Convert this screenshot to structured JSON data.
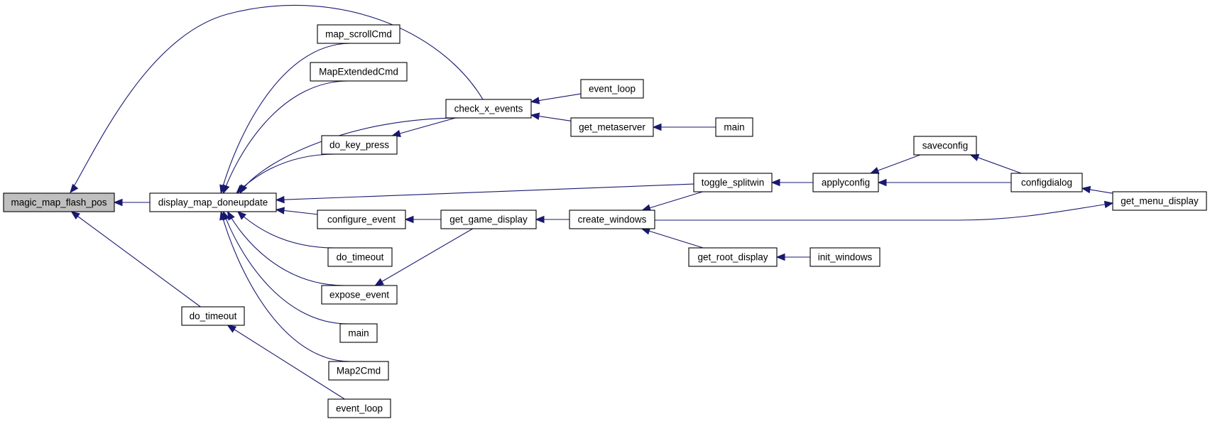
{
  "graph": {
    "nodes": [
      {
        "id": "magic_map_flash_pos",
        "label": "magic_map_flash_pos",
        "focus": true
      },
      {
        "id": "display_map_doneupdate",
        "label": "display_map_doneupdate"
      },
      {
        "id": "do_timeout_a",
        "label": "do_timeout"
      },
      {
        "id": "map_scrollCmd",
        "label": "map_scrollCmd"
      },
      {
        "id": "MapExtendedCmd",
        "label": "MapExtendedCmd"
      },
      {
        "id": "do_key_press",
        "label": "do_key_press"
      },
      {
        "id": "configure_event",
        "label": "configure_event"
      },
      {
        "id": "do_timeout_b",
        "label": "do_timeout"
      },
      {
        "id": "expose_event",
        "label": "expose_event"
      },
      {
        "id": "main_a",
        "label": "main"
      },
      {
        "id": "Map2Cmd",
        "label": "Map2Cmd"
      },
      {
        "id": "event_loop_a",
        "label": "event_loop"
      },
      {
        "id": "check_x_events",
        "label": "check_x_events"
      },
      {
        "id": "get_game_display",
        "label": "get_game_display"
      },
      {
        "id": "event_loop_b",
        "label": "event_loop"
      },
      {
        "id": "get_metaserver",
        "label": "get_metaserver"
      },
      {
        "id": "create_windows",
        "label": "create_windows"
      },
      {
        "id": "main_b",
        "label": "main"
      },
      {
        "id": "toggle_splitwin",
        "label": "toggle_splitwin"
      },
      {
        "id": "get_root_display",
        "label": "get_root_display"
      },
      {
        "id": "applyconfig",
        "label": "applyconfig"
      },
      {
        "id": "init_windows",
        "label": "init_windows"
      },
      {
        "id": "saveconfig",
        "label": "saveconfig"
      },
      {
        "id": "configdialog",
        "label": "configdialog"
      },
      {
        "id": "get_menu_display",
        "label": "get_menu_display"
      }
    ],
    "edges": [
      {
        "from": "display_map_doneupdate",
        "to": "magic_map_flash_pos"
      },
      {
        "from": "check_x_events",
        "to": "magic_map_flash_pos"
      },
      {
        "from": "do_timeout_a",
        "to": "magic_map_flash_pos"
      },
      {
        "from": "map_scrollCmd",
        "to": "display_map_doneupdate"
      },
      {
        "from": "MapExtendedCmd",
        "to": "display_map_doneupdate"
      },
      {
        "from": "check_x_events",
        "to": "display_map_doneupdate"
      },
      {
        "from": "do_key_press",
        "to": "display_map_doneupdate"
      },
      {
        "from": "toggle_splitwin",
        "to": "display_map_doneupdate"
      },
      {
        "from": "configure_event",
        "to": "display_map_doneupdate"
      },
      {
        "from": "do_timeout_b",
        "to": "display_map_doneupdate"
      },
      {
        "from": "expose_event",
        "to": "display_map_doneupdate"
      },
      {
        "from": "main_a",
        "to": "display_map_doneupdate"
      },
      {
        "from": "Map2Cmd",
        "to": "display_map_doneupdate"
      },
      {
        "from": "event_loop_a",
        "to": "do_timeout_a"
      },
      {
        "from": "check_x_events",
        "to": "do_key_press"
      },
      {
        "from": "event_loop_b",
        "to": "check_x_events"
      },
      {
        "from": "get_metaserver",
        "to": "check_x_events"
      },
      {
        "from": "main_b",
        "to": "get_metaserver"
      },
      {
        "from": "get_game_display",
        "to": "configure_event"
      },
      {
        "from": "get_game_display",
        "to": "expose_event"
      },
      {
        "from": "create_windows",
        "to": "get_game_display"
      },
      {
        "from": "toggle_splitwin",
        "to": "create_windows"
      },
      {
        "from": "get_root_display",
        "to": "create_windows"
      },
      {
        "from": "get_menu_display",
        "to": "create_windows"
      },
      {
        "from": "init_windows",
        "to": "get_root_display"
      },
      {
        "from": "applyconfig",
        "to": "toggle_splitwin"
      },
      {
        "from": "saveconfig",
        "to": "applyconfig"
      },
      {
        "from": "configdialog",
        "to": "applyconfig"
      },
      {
        "from": "configdialog",
        "to": "saveconfig"
      },
      {
        "from": "get_menu_display",
        "to": "configdialog"
      }
    ]
  }
}
